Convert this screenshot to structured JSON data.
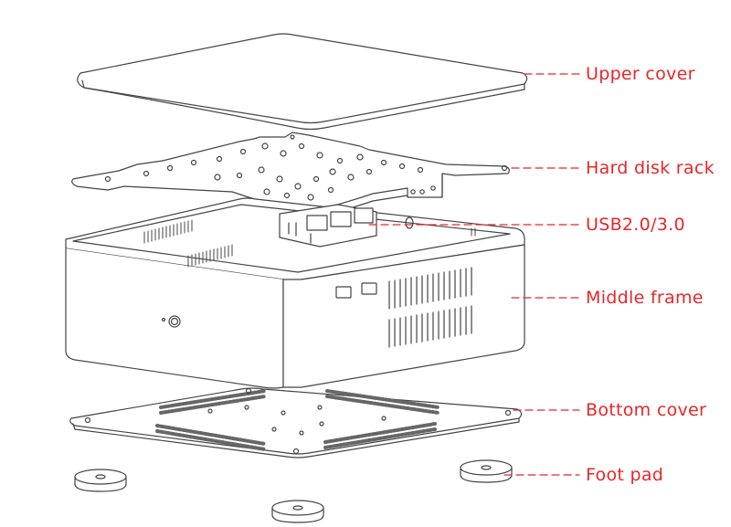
{
  "accent_color": "#e8262a",
  "line_color": "#444444",
  "labels": {
    "upper_cover": "Upper cover",
    "hard_disk_rack": "Hard disk rack",
    "usb": "USB2.0/3.0",
    "middle_frame": "Middle frame",
    "bottom_cover": "Bottom cover",
    "foot_pad": "Foot pad"
  }
}
